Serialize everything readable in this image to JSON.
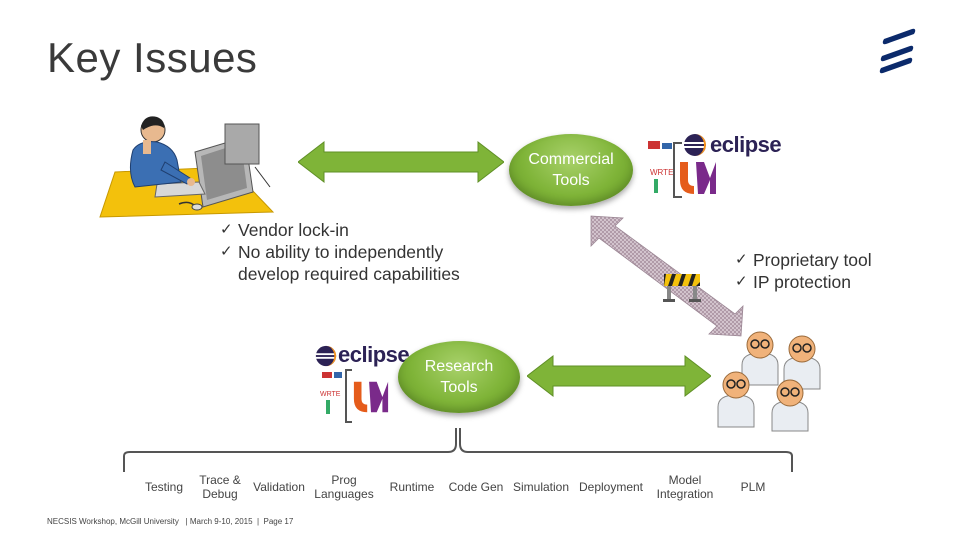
{
  "title": "Key Issues",
  "commercial_tools": [
    "Commercial",
    "Tools"
  ],
  "research_tools": [
    "Research",
    "Tools"
  ],
  "vendor_issues": [
    {
      "check": "ü",
      "lines": [
        "Vendor lock-in"
      ]
    },
    {
      "check": "ü",
      "lines": [
        "No ability to independently",
        "develop required capabilities"
      ]
    }
  ],
  "proprietary_issues": [
    {
      "check": "ü",
      "lines": [
        "Proprietary tool"
      ]
    },
    {
      "check": "ü",
      "lines": [
        "IP protection"
      ]
    }
  ],
  "eclipse_label": "eclipse",
  "categories": [
    {
      "lines": [
        "Testing"
      ]
    },
    {
      "lines": [
        "Trace &",
        "Debug"
      ]
    },
    {
      "lines": [
        "Validation"
      ]
    },
    {
      "lines": [
        "Prog",
        "Languages"
      ]
    },
    {
      "lines": [
        "Runtime"
      ]
    },
    {
      "lines": [
        "Code Gen"
      ]
    },
    {
      "lines": [
        "Simulation"
      ]
    },
    {
      "lines": [
        "Deployment"
      ]
    },
    {
      "lines": [
        "Model",
        "Integration"
      ]
    },
    {
      "lines": [
        "PLM"
      ]
    }
  ],
  "footer": "NECSIS Workshop, McGill University   | March 9-10, 2015  |  Page 17",
  "colors": {
    "green": "#7fb438",
    "arrow_gray": "#c9b6c2",
    "ericsson_blue": "#0b2a6b"
  }
}
